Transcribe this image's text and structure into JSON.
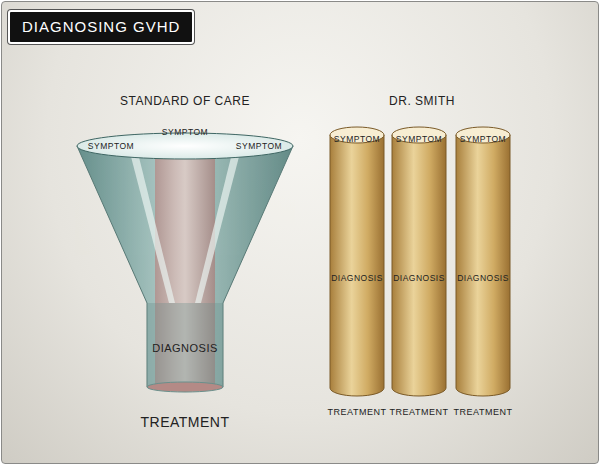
{
  "diagram": {
    "title": "DIAGNOSING GVHD",
    "nodes": [
      {
        "text": [
          "STANDARD OF CARE",
          "SYMPTOM",
          "SYMPTOM",
          "SYMPTOM",
          "DIAGNOSIS",
          "TREATMENT"
        ]
      },
      {
        "text": [
          "SYMPTOM",
          "DIAGNOSIS",
          "TREATMENT"
        ]
      },
      {
        "text": [
          "SYMPTOM",
          "DIAGNOSIS",
          "TREATMENT"
        ]
      },
      {
        "text": [
          "SYMPTOM",
          "DIAGNOSIS",
          "TREATMENT"
        ]
      }
    ],
    "labels": [
      "DR. SMITH"
    ]
  }
}
